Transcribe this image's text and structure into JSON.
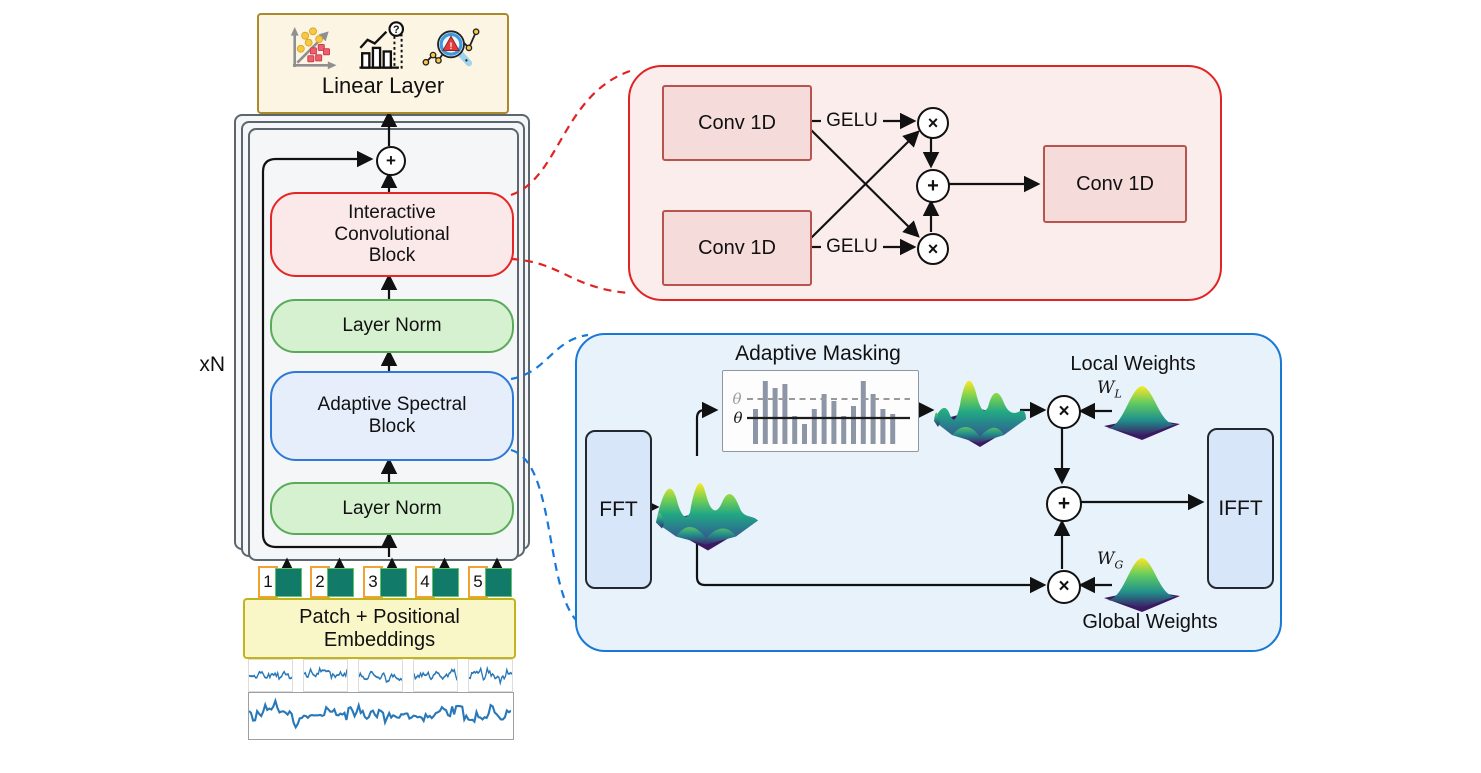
{
  "figure": {
    "head": {
      "label": "Linear Layer"
    },
    "repeat_label": "xN",
    "encoder": {
      "residual_add_symbol": "+",
      "icb": {
        "lines": [
          "Interactive",
          "Convolutional",
          "Block"
        ]
      },
      "layer_norm_upper": "Layer Norm",
      "asb": {
        "lines": [
          "Adaptive Spectral",
          "Block"
        ]
      },
      "layer_norm_lower": "Layer Norm"
    },
    "input": {
      "patch_indices": [
        "1",
        "2",
        "3",
        "4",
        "5"
      ],
      "embeddings_lines": [
        "Patch + Positional",
        "Embeddings"
      ]
    },
    "icb_detail": {
      "conv_top": "Conv 1D",
      "conv_bottom": "Conv 1D",
      "conv_output": "Conv 1D",
      "gelu_top": "GELU",
      "gelu_bottom": "GELU",
      "multiply_symbol": "×",
      "add_symbol": "+"
    },
    "asb_detail": {
      "fft": "FFT",
      "ifft": "IFFT",
      "masking_title": "Adaptive Masking",
      "theta_upper": "θ",
      "theta_lower": "θ",
      "mask_bar_heights": [
        35,
        63,
        56,
        60,
        28,
        20,
        35,
        50,
        43,
        28,
        38,
        63,
        50,
        35,
        30
      ],
      "local_weights": "Local Weights",
      "global_weights": "Global Weights",
      "w_local": {
        "base": "W",
        "sub": "L"
      },
      "w_global": {
        "base": "W",
        "sub": "G"
      },
      "multiply_symbol": "×",
      "add_symbol": "+"
    },
    "colors": {
      "red_accent": "#e02323",
      "blue_accent": "#1878d8",
      "green_fill": "#d6f1cf",
      "green_border": "#5aaa5a",
      "pink_fill": "#fbe8e8",
      "light_blue_fill": "#e6eefb",
      "gold_border": "#ab8a2b",
      "cream_fill": "#fcf5e3",
      "yellow_fill": "#f9f7c8",
      "teal_patch": "#117a68",
      "wave_blue": "#2878b8",
      "mask_bar_gray": "#8d96a6"
    }
  }
}
